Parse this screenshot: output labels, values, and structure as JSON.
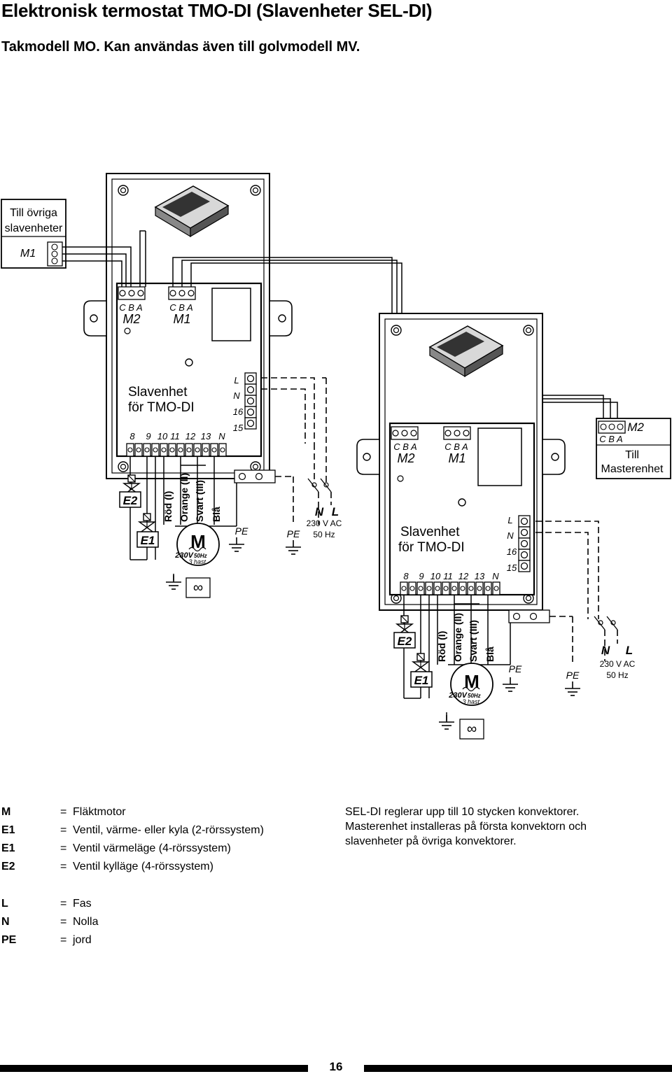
{
  "header": {
    "title": "Elektronisk termostat TMO-DI (Slavenheter SEL-DI)",
    "subtitle": "Takmodell MO. Kan användas även till golvmodell MV."
  },
  "diagram": {
    "other_slaves": {
      "line1": "Till övriga",
      "line2": "slavenheter",
      "port": "M1"
    },
    "unit_left": {
      "name_line1": "Slavenhet",
      "name_line2": "för TMO-DI",
      "port_abc_m2": "C B A",
      "port_m2": "M2",
      "port_abc_m1": "C B A",
      "port_m1": "M1",
      "terminals": [
        "8",
        "9",
        "10",
        "11",
        "12",
        "13",
        "N"
      ],
      "power_terminals": [
        "L",
        "N",
        "16",
        "15"
      ]
    },
    "unit_right": {
      "name_line1": "Slavenhet",
      "name_line2": "för TMO-DI",
      "port_abc_m2": "C B A",
      "port_m2": "M2",
      "port_abc_m1": "C B A",
      "port_m1": "M1",
      "terminals": [
        "8",
        "9",
        "10",
        "11",
        "12",
        "13",
        "N"
      ],
      "power_terminals": [
        "L",
        "N",
        "16",
        "15"
      ]
    },
    "wires": [
      "Röd (I)",
      "Orange (II)",
      "Svart (III)",
      "Blå"
    ],
    "valve_e2": "E2",
    "valve_e1": "E1",
    "motor": {
      "letter": "M",
      "voltage": "230V",
      "freq": "50Hz",
      "speed": "3 hast."
    },
    "pe": "PE",
    "supply": {
      "n": "N",
      "l": "L",
      "line1": "230 V AC",
      "line2": "50 Hz"
    },
    "to_master": {
      "abc": "C B A",
      "port": "M2",
      "line1": "Till",
      "line2": "Masterenhet"
    }
  },
  "legend": {
    "group1": [
      {
        "key": "M",
        "eq": "=",
        "value": "Fläktmotor"
      },
      {
        "key": "E1",
        "eq": "=",
        "value": "Ventil, värme- eller kyla (2-rörssystem)"
      },
      {
        "key": "E1",
        "eq": "=",
        "value": "Ventil värmeläge (4-rörssystem)"
      },
      {
        "key": "E2",
        "eq": "=",
        "value": "Ventil kylläge (4-rörssystem)"
      }
    ],
    "group2": [
      {
        "key": "L",
        "eq": "=",
        "value": "Fas"
      },
      {
        "key": "N",
        "eq": "=",
        "value": "Nolla"
      },
      {
        "key": "PE",
        "eq": "=",
        "value": "jord"
      }
    ],
    "note": [
      "SEL-DI reglerar upp till 10 stycken konvektorer.",
      "Masterenhet installeras på första konvektorn och",
      "slavenheter på övriga konvektorer."
    ]
  },
  "footer": {
    "page_number": "16"
  }
}
